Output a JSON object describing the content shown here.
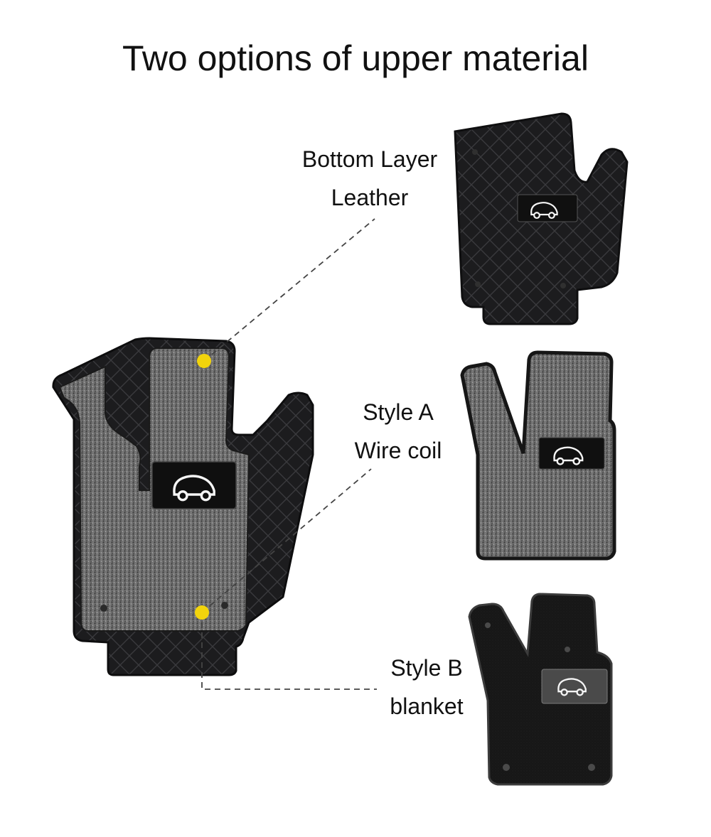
{
  "title": "Two options of upper material",
  "labels": {
    "bottom_layer": [
      "Bottom Layer",
      "Leather"
    ],
    "style_a": [
      "Style A",
      "Wire coil"
    ],
    "style_b": [
      "Style B",
      "blanket"
    ]
  },
  "colors": {
    "leather": "#1c1c1e",
    "leather_edge": "#3a3a3d",
    "coil": "#6a6a6a",
    "blanket": "#161616",
    "marker": "#f2d40c",
    "dash": "#444444"
  },
  "icons": {
    "car_logo": "car-logo-icon"
  }
}
